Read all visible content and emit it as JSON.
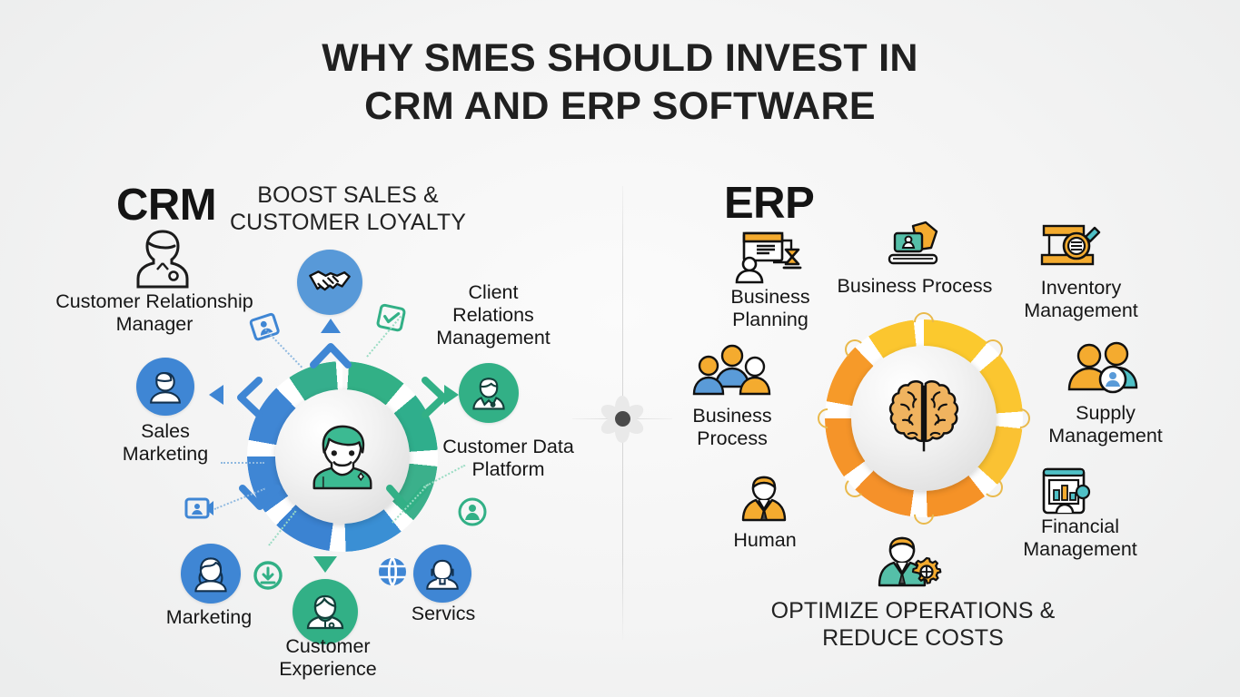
{
  "title": {
    "line1": "WHY SMES SHOULD INVEST IN",
    "line2": "CRM AND ERP SOFTWARE"
  },
  "divider": {
    "icon": "flower-asterisk-icon",
    "hub_color": "#4a4a4a"
  },
  "crm": {
    "word": "CRM",
    "tagline_line1": "BOOST SALES &",
    "tagline_line2": "CUSTOMER LOYALTY",
    "center_icon": "customer-avatar-icon",
    "ring_colors": {
      "left": "#3f86d4",
      "right": "#32b086"
    },
    "nodes": [
      {
        "id": "customer-relationship-manager",
        "label_line1": "Customer Relationship",
        "label_line2": "Manager",
        "icon": "person-outline-icon",
        "style": "outline"
      },
      {
        "id": "sales-marketing",
        "label_line1": "Sales",
        "label_line2": "Marketing",
        "icon": "person-icon",
        "color": "#3f86d4"
      },
      {
        "id": "marketing",
        "label_line1": "Marketing",
        "label_line2": "",
        "icon": "woman-icon",
        "color": "#3f86d4"
      },
      {
        "id": "customer-experience",
        "label_line1": "Customer",
        "label_line2": "Experience",
        "icon": "support-agent-icon",
        "color": "#32b086"
      },
      {
        "id": "servics",
        "label_line1": "Servics",
        "label_line2": "",
        "icon": "headset-agent-icon",
        "color": "#3f86d4"
      },
      {
        "id": "client-relations-management",
        "label_line1": "Client",
        "label_line2": "Relations",
        "label_line3": "Management",
        "icon": "handshake-icon",
        "color": "#3f86d4"
      },
      {
        "id": "customer-data-platform",
        "label_line1": "Customer Data",
        "label_line2": "Platform",
        "icon": "data-person-icon",
        "color": "#32b086"
      }
    ],
    "mini_icons": [
      {
        "id": "contact-card-icon",
        "color": "#3f86d4"
      },
      {
        "id": "checkbox-task-icon",
        "color": "#32b086"
      },
      {
        "id": "video-call-icon",
        "color": "#3f86d4"
      },
      {
        "id": "download-user-icon",
        "color": "#32b086"
      },
      {
        "id": "globe-network-icon",
        "color": "#3f86d4"
      },
      {
        "id": "user-profile-icon",
        "color": "#32b086"
      }
    ]
  },
  "erp": {
    "word": "ERP",
    "tagline_line1": "OPTIMIZE OPERATIONS &",
    "tagline_line2": "REDUCE COSTS",
    "center_icon": "brain-icon",
    "ring_colors": {
      "left": "#f5922a",
      "right": "#fbc630"
    },
    "nodes": [
      {
        "id": "business-planning",
        "label_line1": "Business",
        "label_line2": "Planning",
        "icon": "presentation-board-icon"
      },
      {
        "id": "business-process-top",
        "label_line1": "Business Process",
        "label_line2": "",
        "icon": "scanner-device-icon"
      },
      {
        "id": "inventory-management",
        "label_line1": "Inventory",
        "label_line2": "Management",
        "icon": "warehouse-search-icon"
      },
      {
        "id": "business-process-left",
        "label_line1": "Business",
        "label_line2": "Process",
        "icon": "team-group-icon"
      },
      {
        "id": "human",
        "label_line1": "Human",
        "label_line2": "",
        "icon": "businessman-icon"
      },
      {
        "id": "supply-management",
        "label_line1": "Supply",
        "label_line2": "Management",
        "icon": "supply-people-icon"
      },
      {
        "id": "financial-management",
        "label_line1": "Financial",
        "label_line2": "Management",
        "icon": "finance-chart-icon"
      },
      {
        "id": "operations-manager",
        "label_line1": "",
        "label_line2": "",
        "icon": "manager-gear-icon"
      }
    ]
  }
}
